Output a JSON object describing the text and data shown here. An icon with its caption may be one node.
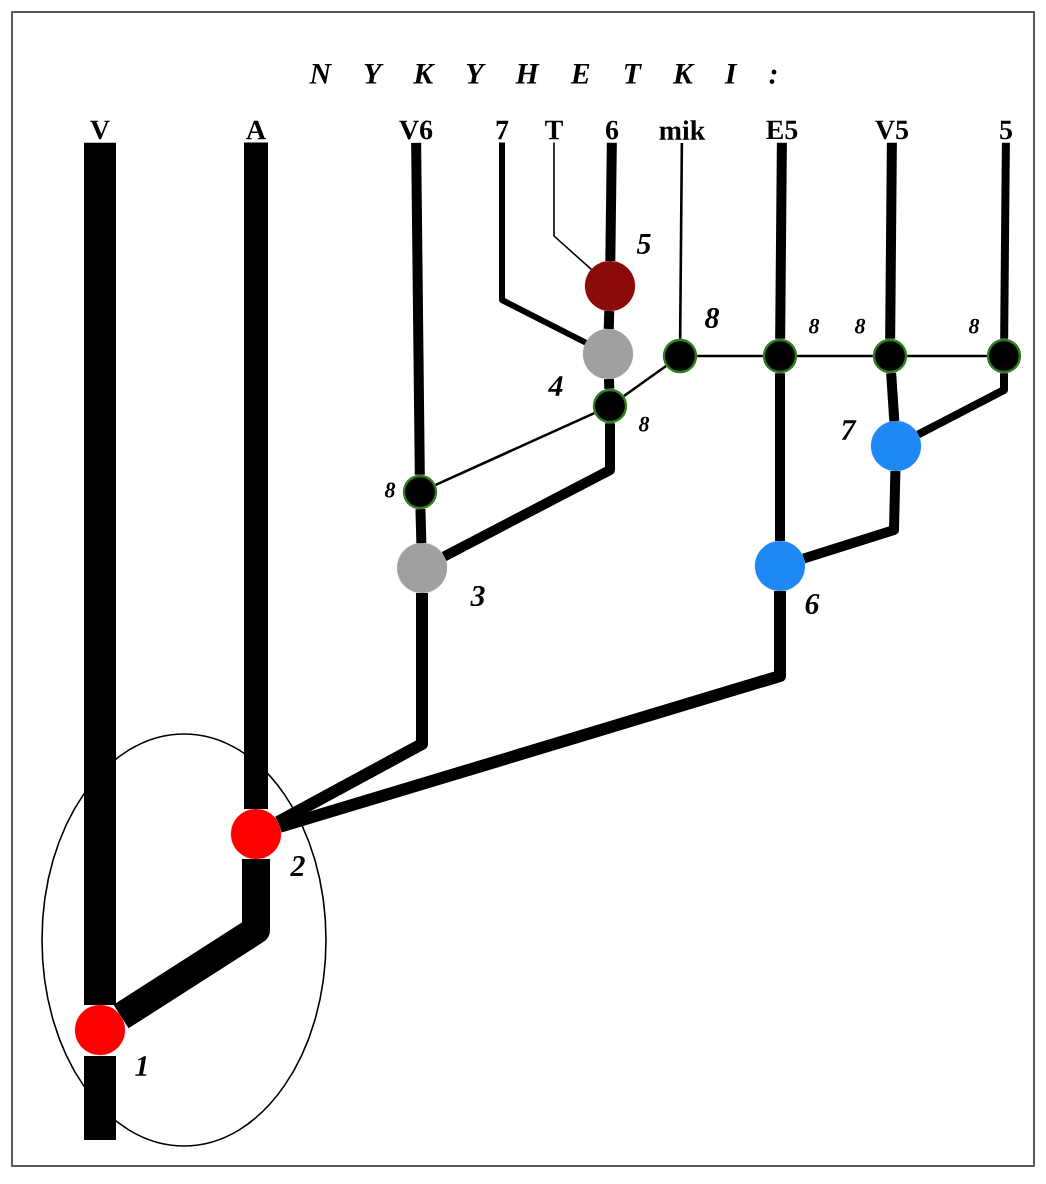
{
  "diagram": {
    "title": "N Y K Y H E T K I :",
    "nodes": [
      {
        "text": [
          "V"
        ]
      },
      {
        "text": [
          "A"
        ]
      },
      {
        "text": [
          "V6"
        ]
      },
      {
        "text": [
          "7"
        ]
      },
      {
        "text": [
          "T"
        ]
      },
      {
        "text": [
          "6"
        ]
      },
      {
        "text": [
          "mik"
        ]
      },
      {
        "text": [
          "E5"
        ]
      },
      {
        "text": [
          "V5"
        ]
      },
      {
        "text": [
          "5"
        ]
      },
      {
        "text": [],
        "shape": "circle",
        "beside": [
          "5"
        ]
      },
      {
        "text": [],
        "shape": "circle",
        "beside": [
          "8"
        ]
      },
      {
        "text": [],
        "shape": "circle",
        "beside": [
          "8"
        ]
      },
      {
        "text": [],
        "shape": "circle",
        "beside": [
          "8"
        ]
      },
      {
        "text": [],
        "shape": "circle",
        "beside": [
          "8"
        ]
      },
      {
        "text": [],
        "shape": "circle",
        "beside": [
          "4"
        ]
      },
      {
        "text": [],
        "shape": "circle",
        "beside": [
          "8"
        ]
      },
      {
        "text": [],
        "shape": "circle",
        "beside": [
          "7"
        ]
      },
      {
        "text": [],
        "shape": "circle",
        "beside": [
          "8"
        ]
      },
      {
        "text": [],
        "shape": "circle",
        "beside": [
          "3"
        ]
      },
      {
        "text": [],
        "shape": "circle",
        "beside": [
          "6"
        ]
      },
      {
        "text": [],
        "shape": "circle",
        "beside": [
          "2"
        ]
      },
      {
        "text": [],
        "shape": "circle",
        "beside": [
          "1"
        ]
      }
    ],
    "edges": [
      {
        "from": 0,
        "to": 22,
        "arrow": "none",
        "style": "thick"
      },
      {
        "from": 1,
        "to": 21,
        "arrow": "none",
        "style": "thick"
      },
      {
        "from": 21,
        "to": 22,
        "arrow": "none",
        "style": "thick"
      },
      {
        "from": 19,
        "to": 21,
        "arrow": "none"
      },
      {
        "from": 20,
        "to": 21,
        "arrow": "none"
      },
      {
        "from": 2,
        "to": 18,
        "arrow": "none"
      },
      {
        "from": 18,
        "to": 19,
        "arrow": "none"
      },
      {
        "from": 16,
        "to": 19,
        "arrow": "none"
      },
      {
        "from": 15,
        "to": 16,
        "arrow": "none"
      },
      {
        "from": 10,
        "to": 15,
        "arrow": "none"
      },
      {
        "from": 5,
        "to": 10,
        "arrow": "none"
      },
      {
        "from": 3,
        "to": 15,
        "arrow": "none"
      },
      {
        "from": 4,
        "to": 10,
        "arrow": "none"
      },
      {
        "from": 6,
        "to": 11,
        "arrow": "none"
      },
      {
        "from": 11,
        "to": 16,
        "arrow": "none"
      },
      {
        "from": 16,
        "to": 18,
        "arrow": "none"
      },
      {
        "from": 11,
        "to": 12,
        "arrow": "none"
      },
      {
        "from": 12,
        "to": 13,
        "arrow": "none"
      },
      {
        "from": 13,
        "to": 14,
        "arrow": "none"
      },
      {
        "from": 7,
        "to": 12,
        "arrow": "none"
      },
      {
        "from": 12,
        "to": 20,
        "arrow": "none"
      },
      {
        "from": 8,
        "to": 13,
        "arrow": "none"
      },
      {
        "from": 13,
        "to": 17,
        "arrow": "none"
      },
      {
        "from": 17,
        "to": 20,
        "arrow": "none"
      },
      {
        "from": 9,
        "to": 14,
        "arrow": "none"
      },
      {
        "from": 14,
        "to": 17,
        "arrow": "none"
      }
    ]
  }
}
